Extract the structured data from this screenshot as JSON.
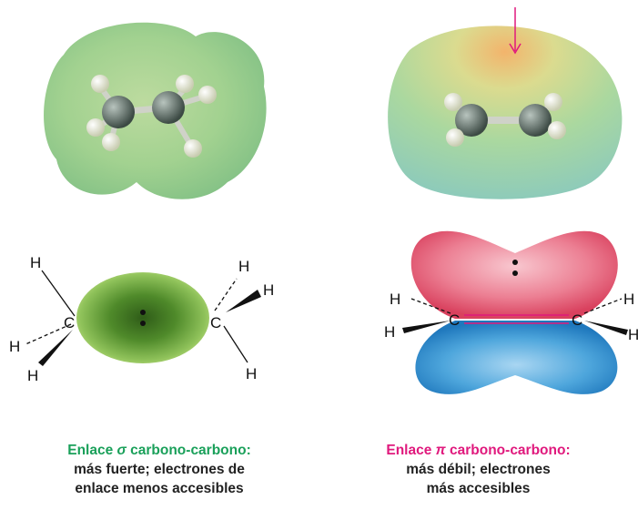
{
  "left": {
    "caption": {
      "title_prefix": "Enlace ",
      "symbol": "σ",
      "title_suffix": " carbono-carbono:",
      "line2": "más fuerte; electrones de",
      "line3": "enlace menos accesibles"
    },
    "atoms": {
      "carbon": "C",
      "hydrogen": "H"
    }
  },
  "right": {
    "caption": {
      "title_prefix": "Enlace ",
      "symbol": "π",
      "title_suffix": " carbono-carbono:",
      "line2": "más débil; electrones",
      "line3": "más accesibles"
    },
    "atoms": {
      "carbon": "C",
      "hydrogen": "H"
    }
  },
  "colors": {
    "sigma_green": "#1aa05a",
    "pi_magenta": "#e0197d",
    "lobe_red": "#e8506e",
    "lobe_blue": "#2a8fd0"
  }
}
